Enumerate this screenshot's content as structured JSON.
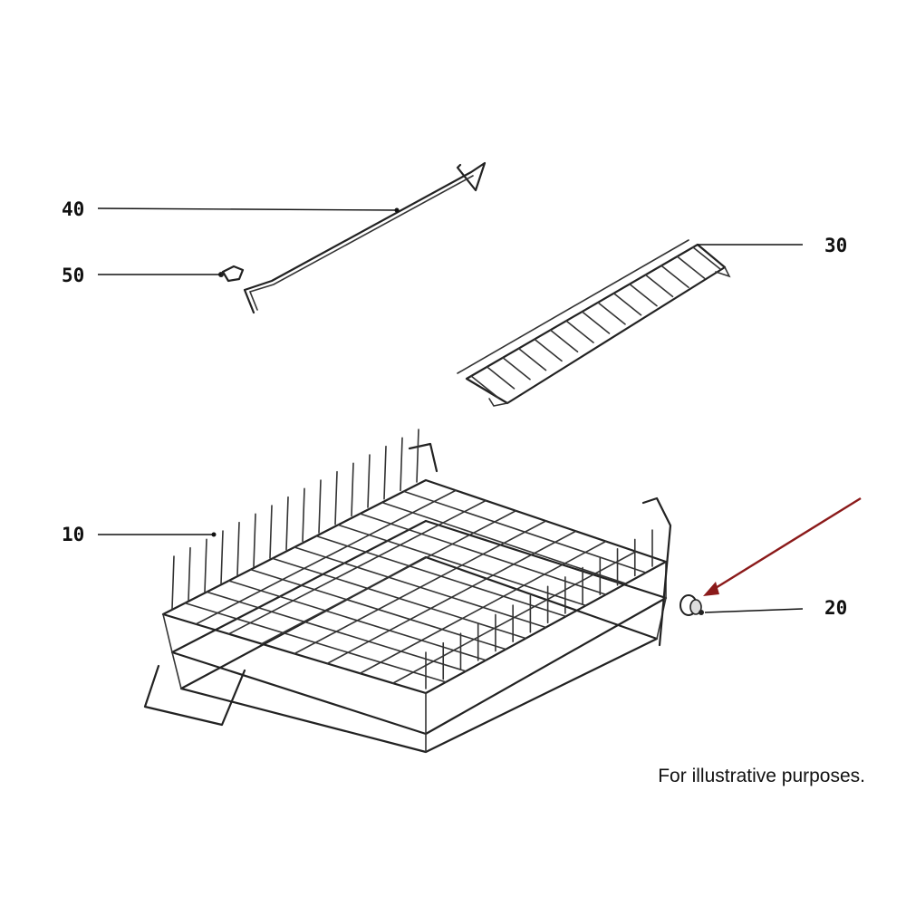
{
  "callouts": [
    {
      "id": "40",
      "label": "40"
    },
    {
      "id": "50",
      "label": "50"
    },
    {
      "id": "30",
      "label": "30"
    },
    {
      "id": "10",
      "label": "10"
    },
    {
      "id": "20",
      "label": "20"
    }
  ],
  "caption": "For illustrative purposes.",
  "highlight": {
    "target": "20",
    "color": "#8b1a1a"
  },
  "colors": {
    "lines": "#111111",
    "background": "#ffffff"
  }
}
